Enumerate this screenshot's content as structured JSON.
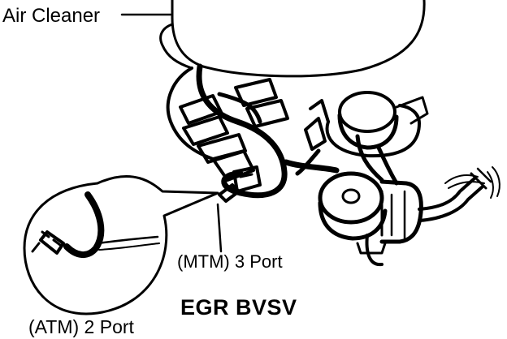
{
  "labels": {
    "air_cleaner": "Air Cleaner",
    "mtm_port": "(MTM) 3 Port",
    "egr_bvsv": "EGR BVSV",
    "atm_port": "(ATM) 2 Port"
  },
  "colors": {
    "ink": "#000000",
    "paper": "#ffffff"
  }
}
